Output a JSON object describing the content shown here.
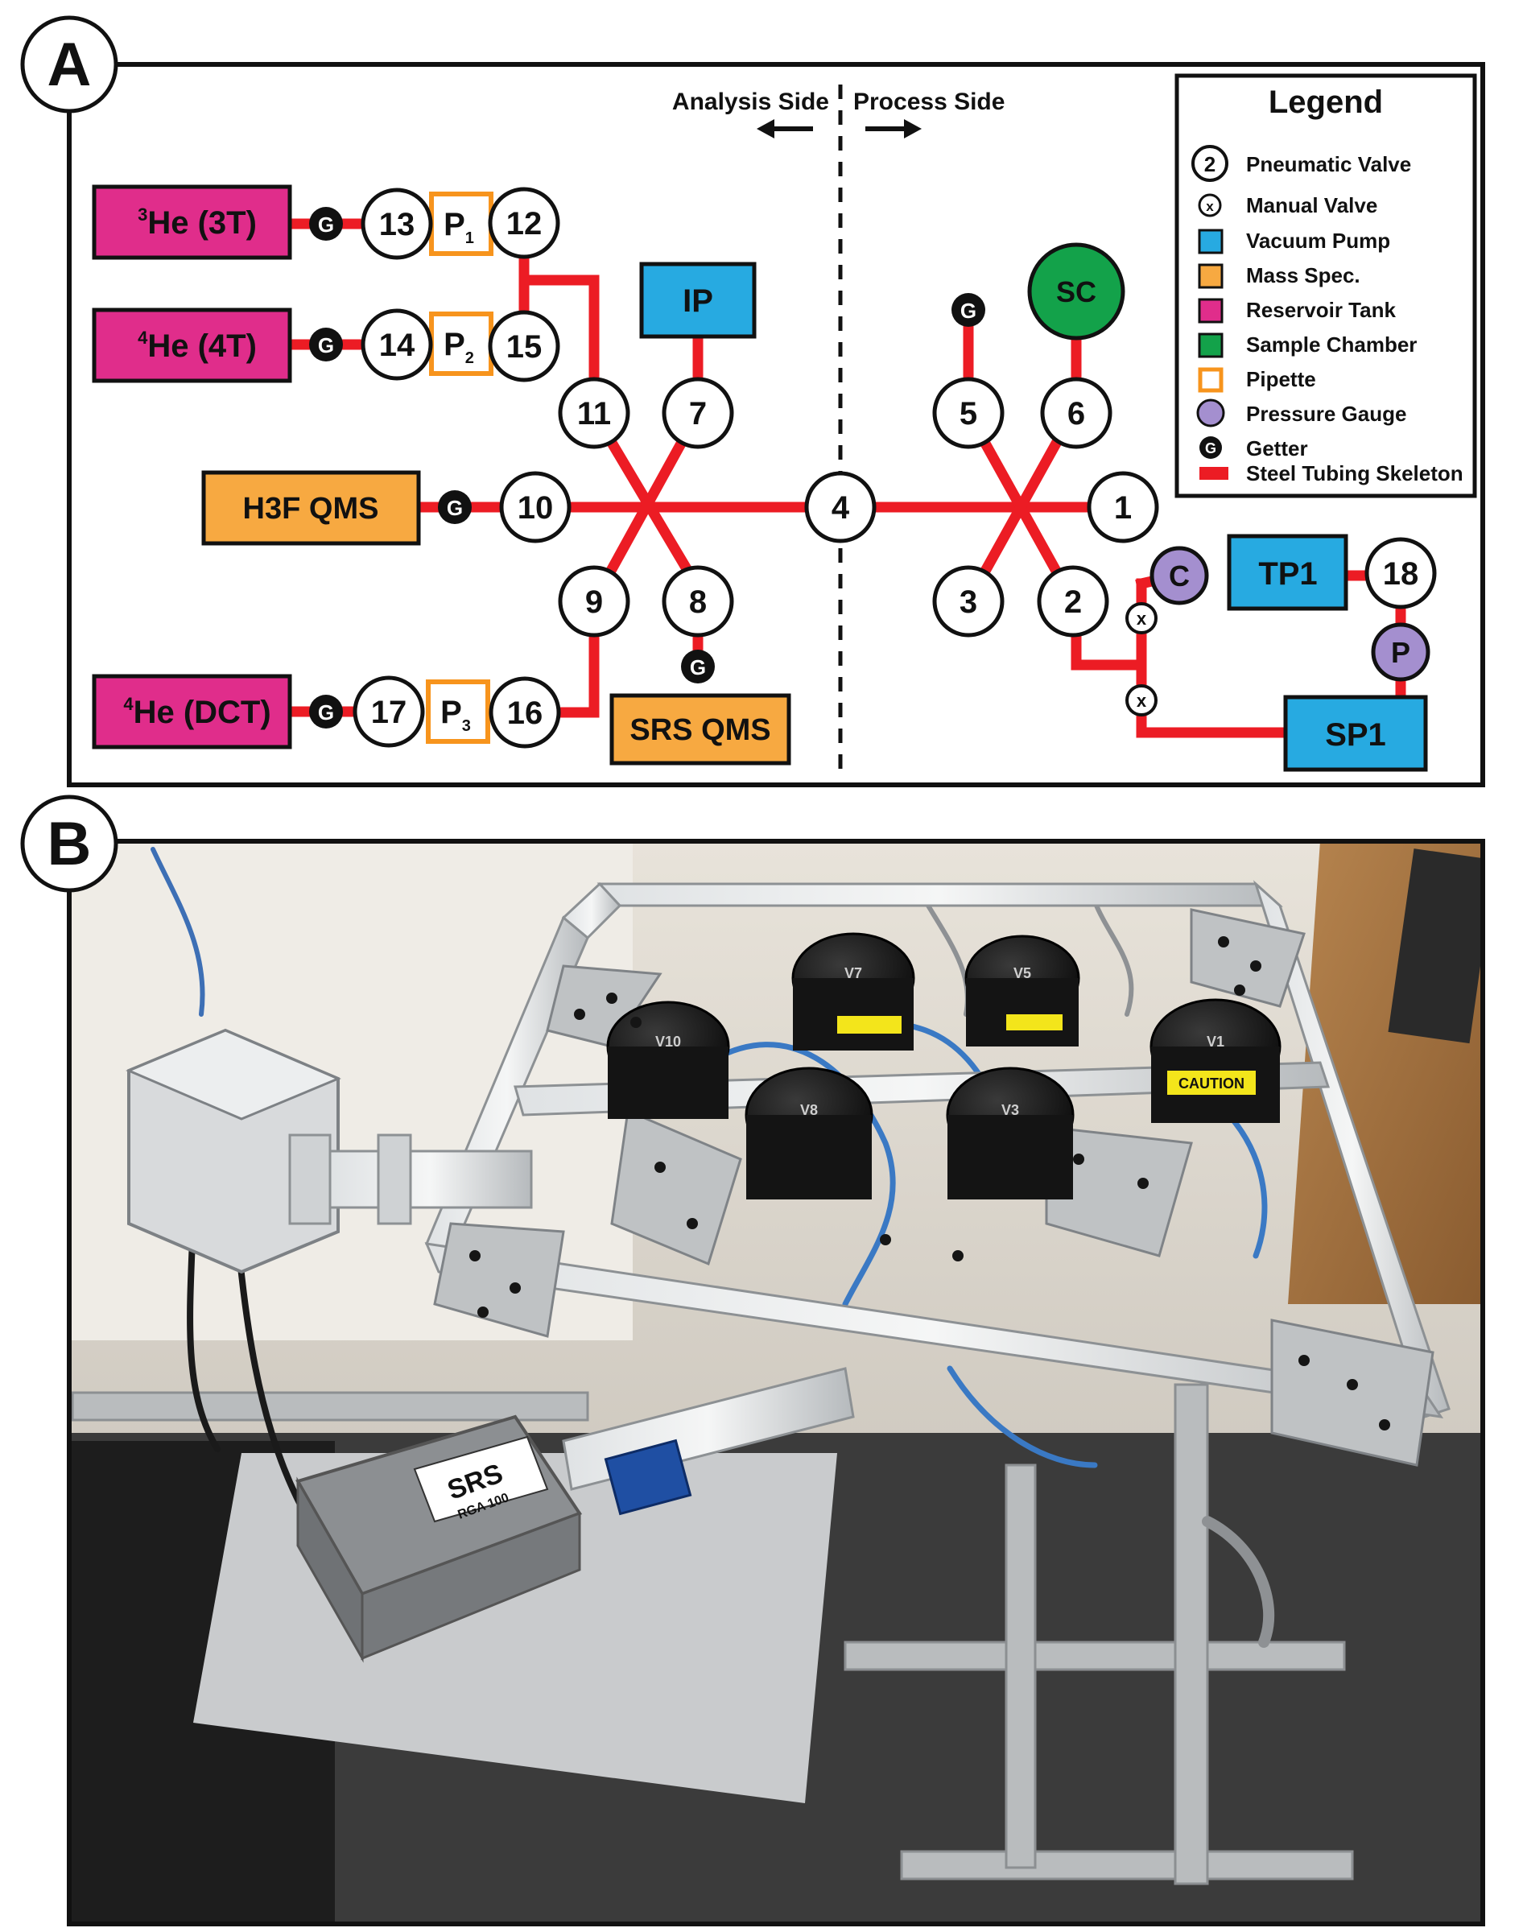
{
  "panels": {
    "a": {
      "label": "A"
    },
    "b": {
      "label": "B"
    }
  },
  "side_labels": {
    "analysis": "Analysis Side",
    "process": "Process Side"
  },
  "components": {
    "he3_3t": {
      "sup": "3",
      "text": "He (3T)"
    },
    "he4_4t": {
      "sup": "4",
      "text": "He (4T)"
    },
    "he4_dct": {
      "sup": "4",
      "text": "He (DCT)"
    },
    "h3f_qms": "H3F QMS",
    "srs_qms": "SRS QMS",
    "ip": "IP",
    "sc": "SC",
    "tp1": "TP1",
    "sp1": "SP1",
    "gauge_c": "C",
    "gauge_p": "P",
    "pipette_1": {
      "text": "P",
      "sub": "1"
    },
    "pipette_2": {
      "text": "P",
      "sub": "2"
    },
    "pipette_3": {
      "text": "P",
      "sub": "3"
    },
    "getter": "G",
    "manual_valve": "x"
  },
  "valves": [
    "1",
    "2",
    "3",
    "4",
    "5",
    "6",
    "7",
    "8",
    "9",
    "10",
    "11",
    "12",
    "13",
    "14",
    "15",
    "16",
    "17",
    "18"
  ],
  "legend": {
    "title": "Legend",
    "items": [
      {
        "label": "Pneumatic Valve",
        "symbol": "2"
      },
      {
        "label": "Manual Valve",
        "symbol": "x"
      },
      {
        "label": "Vacuum Pump",
        "color": "#27aae1"
      },
      {
        "label": "Mass Spec.",
        "color": "#f7a941"
      },
      {
        "label": "Reservoir Tank",
        "color": "#e02d8b"
      },
      {
        "label": "Sample Chamber",
        "color": "#13a24a"
      },
      {
        "label": "Pipette"
      },
      {
        "label": "Pressure Gauge",
        "color": "#a48fcf"
      },
      {
        "label": "Getter",
        "symbol": "G"
      },
      {
        "label": "Steel Tubing Skeleton",
        "color": "#ec1c24"
      }
    ]
  },
  "photo": {
    "valve_caps": [
      "V10",
      "V7",
      "V5",
      "V1",
      "V8",
      "V3"
    ],
    "caution": "CAUTION",
    "rga_brand": "SRS",
    "rga_model": "RGA 100"
  },
  "colors": {
    "pump": "#27aae1",
    "mass_spec": "#f7a941",
    "reservoir": "#e02d8b",
    "sample_chamber": "#13a24a",
    "pipette_border": "#f7941d",
    "gauge": "#a48fcf",
    "tubing": "#ec1c24"
  }
}
